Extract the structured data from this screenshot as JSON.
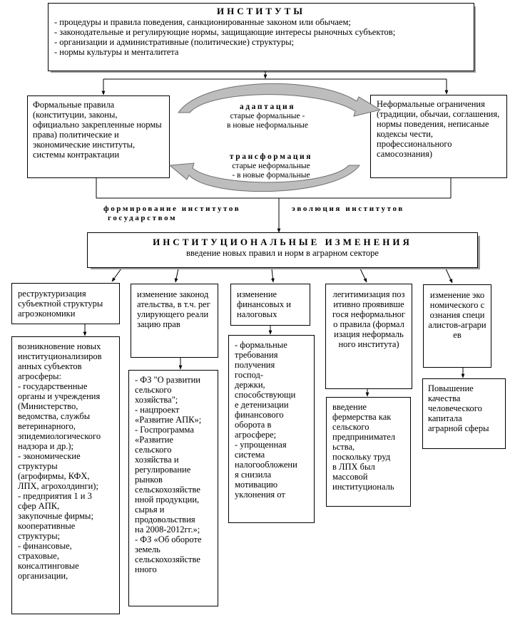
{
  "institutes": {
    "title": "ИНСТИТУТЫ",
    "items": [
      "- процедуры и правила поведения, санкционированные законом или обычаем;",
      "- законодательные и регулирующие нормы, защищающие интересы рыночных субъектов;",
      "- организации и административные (политические) структуры;",
      "- нормы культуры и менталитета"
    ]
  },
  "formal": {
    "text": "Формальные правила (конституции, законы, официально закрепленные нормы права) политические и экономические институты, системы контрактации"
  },
  "informal": {
    "text": "Неформальные ограничения (традиции, обычаи, соглашения, нормы поведения, неписаные кодексы чести, профессионального самосознания)"
  },
  "adaptation": {
    "title": "адаптация",
    "line1": "старые формальные -",
    "line2": "в новые неформальные"
  },
  "transformation": {
    "title": "трансформация",
    "line1": "старые неформальные",
    "line2": "- в новые формальные"
  },
  "formation": {
    "line1": "формирование институтов",
    "line2": "государством"
  },
  "evolution": {
    "text": "эволюция институтов"
  },
  "changes": {
    "title": "ИНСТИТУЦИОНАЛЬНЫЕ ИЗМЕНЕНИЯ",
    "subtitle": "введение новых правил и норм в аграрном секторе"
  },
  "columns": {
    "c1": "реструктуризация субъектной структуры агроэкономики",
    "c2": "изменение законодательства, в т.ч. регулирующего реализацию прав",
    "c3": "изменение финансовых и налоговых",
    "c4": "легитимизация позитивно проявившегося неформального правила (формализация неформального института)",
    "c5": "изменение экономического сознания специалистов-аграриев"
  },
  "details": {
    "d1": [
      "возникновение новых",
      "институционализиров",
      "анных субъектов",
      "агросферы:",
      "- государственные",
      "органы и учреждения",
      "(Министерство,",
      "ведомства, службы",
      "ветеринарного,",
      "эпидемиологического",
      "надзора и др.);",
      "- экономические",
      "структуры",
      "(агрофирмы, КФХ,",
      "ЛПХ, агрохолдинги);",
      "- предприятия 1 и 3",
      "сфер АПК,",
      "закупочные фирмы;",
      "кооперативные",
      "структуры;",
      "- финансовые,",
      "страховые,",
      "консалтинговые",
      "организации,"
    ],
    "d2": [
      "- ФЗ \"О развитии",
      "сельского",
      "хозяйства\";",
      "- нацпроект",
      "«Развитие АПК»;",
      "- Госпрограмма",
      "«Развитие",
      "сельского",
      "хозяйства и",
      "регулирование",
      "рынков",
      "сельскохозяйстве",
      "нной продукции,",
      "сырья и",
      "продовольствия",
      "на 2008-2012гг.»;",
      "- ФЗ «Об обороте",
      "земель",
      "сельскохозяйстве",
      "нного"
    ],
    "d3": [
      "- формальные",
      "требования",
      "получения",
      "господ-",
      "держки,",
      "способствующи",
      "е детенизации",
      "финансового",
      "оборота в",
      "агросфере;",
      "- упрощенная",
      "система",
      "налогообложени",
      "я снизила",
      "мотивацию",
      "уклонения от"
    ],
    "d4": [
      "введение",
      "фермерства как",
      "сельского",
      "предпринимател",
      "ьства,",
      "поскольку труд",
      "в ЛПХ был",
      "массовой",
      "институциональ"
    ],
    "d5": [
      "Повышение",
      "качества",
      "человеческого",
      "капитала",
      "аграрной сферы"
    ]
  }
}
